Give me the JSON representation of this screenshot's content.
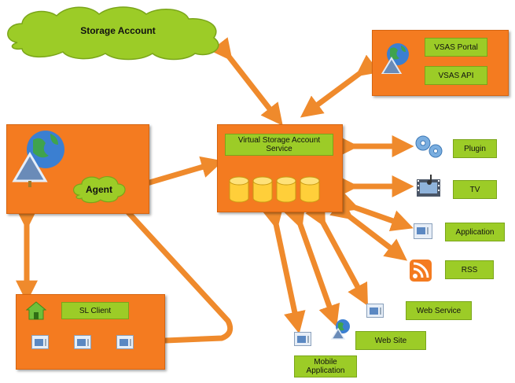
{
  "colors": {
    "orange": "#f47b20",
    "green": "#9ccc27",
    "arrow": "#ef8a2c"
  },
  "nodes": {
    "storage_account": "Storage Account",
    "vsas_portal": "VSAS Portal",
    "vsas_api": "VSAS API",
    "virtual_storage_service": "Virtual Storage Account Service",
    "agent": "Agent",
    "sl_client": "SL Client",
    "plugin": "Plugin",
    "tv": "TV",
    "application": "Application",
    "rss": "RSS",
    "web_service": "Web Service",
    "web_site": "Web Site",
    "mobile_application": "Mobile Application"
  },
  "icons": [
    "globe-icon",
    "gears-icon",
    "film-icon",
    "window-icon",
    "rss-icon",
    "home-icon",
    "database-icon"
  ]
}
